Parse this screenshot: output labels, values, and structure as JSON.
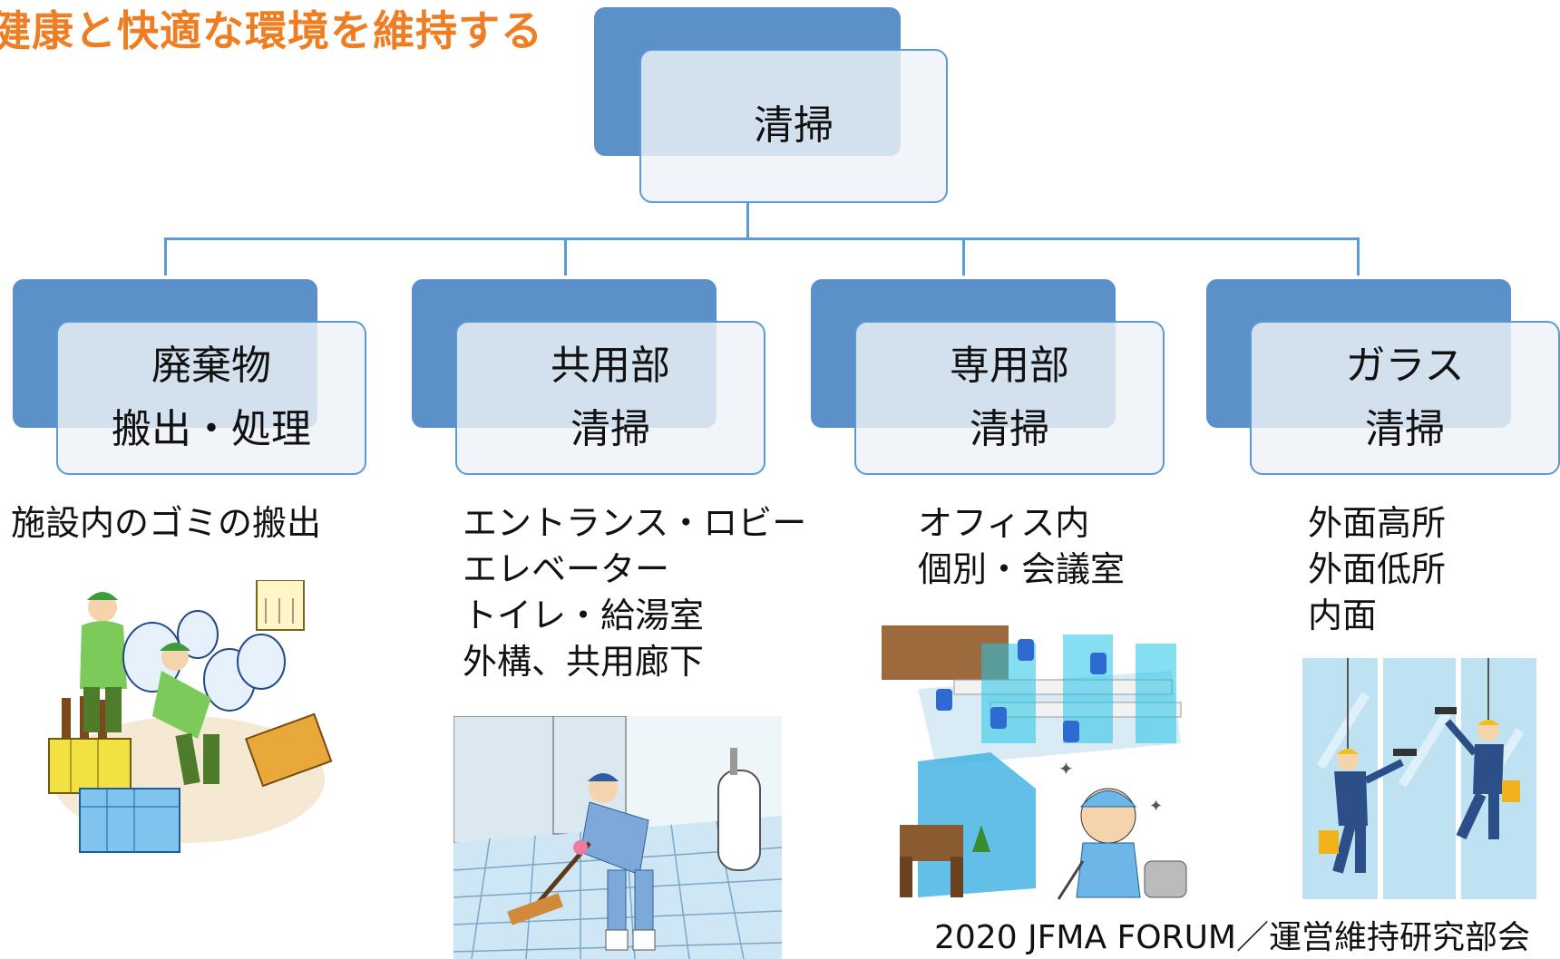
{
  "title": "健康と快適な環境を維持する",
  "root": {
    "label": "清掃"
  },
  "branches": [
    {
      "label_lines": [
        "廃棄物",
        "搬出・処理"
      ],
      "description": [
        "施設内のゴミの搬出"
      ],
      "illustration": "garbage-workers-illustration"
    },
    {
      "label_lines": [
        "共用部",
        "清掃"
      ],
      "description": [
        "エントランス・ロビー",
        "エレベーター",
        "トイレ・給湯室",
        "外構、共用廊下"
      ],
      "illustration": "restroom-cleaning-illustration"
    },
    {
      "label_lines": [
        "専用部",
        "清掃"
      ],
      "description": [
        "オフィス内",
        "個別・会議室"
      ],
      "illustration": "office-cleaning-illustration"
    },
    {
      "label_lines": [
        "ガラス",
        "清掃"
      ],
      "description": [
        "外面高所",
        "外面低所",
        "内面"
      ],
      "illustration": "window-cleaning-illustration"
    }
  ],
  "footer": "2020 JFMA FORUM／運営維持研究部会",
  "colors": {
    "title": "#ef7d22",
    "node_back": "#5b91c8",
    "node_border": "#5b9bd5",
    "connector": "#5b9bd5"
  }
}
